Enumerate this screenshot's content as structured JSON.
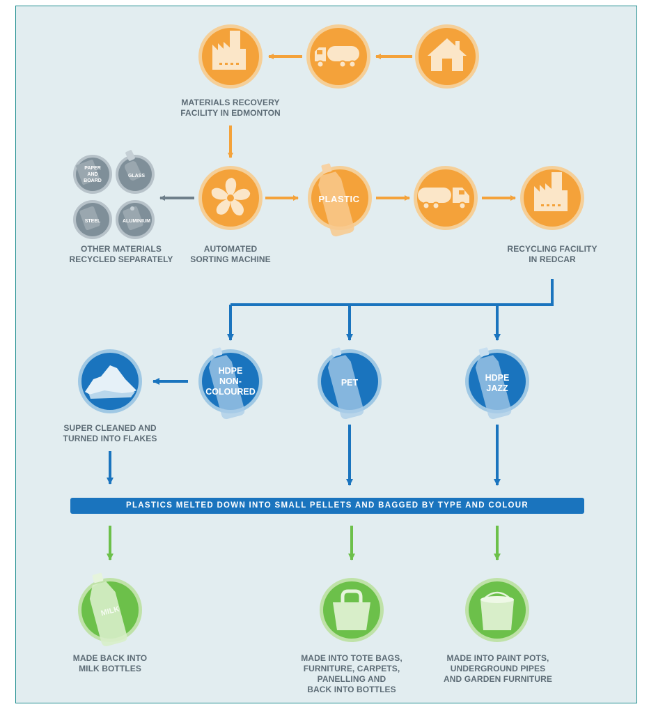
{
  "labels": {
    "mrf": "MATERIALS RECOVERY\nFACILITY IN EDMONTON",
    "other": "OTHER MATERIALS\nRECYCLED SEPARATELY",
    "sorting": "AUTOMATED\nSORTING MACHINE",
    "redcar": "RECYCLING FACILITY\nIN REDCAR",
    "flakes": "SUPER CLEANED AND\nTURNED INTO FLAKES",
    "milk": "MADE BACK INTO\nMILK BOTTLES",
    "tote": "MADE INTO TOTE BAGS,\nFURNITURE, CARPETS,\nPANELLING AND\nBACK INTO BOTTLES",
    "paint": "MADE INTO PAINT POTS,\nUNDERGROUND PIPES\nAND GARDEN FURNITURE"
  },
  "icon_text": {
    "plastic": "PLASTIC",
    "hdpe_non_1": "HDPE",
    "hdpe_non_2": "NON-",
    "hdpe_non_3": "COLOURED",
    "pet": "PET",
    "hdpe_jazz_1": "HDPE",
    "hdpe_jazz_2": "JAZZ",
    "milk": "MILK",
    "paper_1": "PAPER",
    "paper_2": "AND",
    "paper_3": "BOARD",
    "glass": "GLASS",
    "steel": "STEEL",
    "aluminium": "ALUMINIUM"
  },
  "banner": "PLASTICS MELTED DOWN INTO SMALL PELLETS AND BAGGED BY TYPE AND COLOUR",
  "colors": {
    "orange": "#f4a23a",
    "orange_ring": "#f5cf98",
    "blue": "#1a74be",
    "blue_ring": "#9fc8e4",
    "green": "#6cc04a",
    "green_ring": "#bfe2a8",
    "grey": "#7f8f99",
    "panel_bg": "#e2edf0",
    "label_text": "#5c6b75"
  }
}
